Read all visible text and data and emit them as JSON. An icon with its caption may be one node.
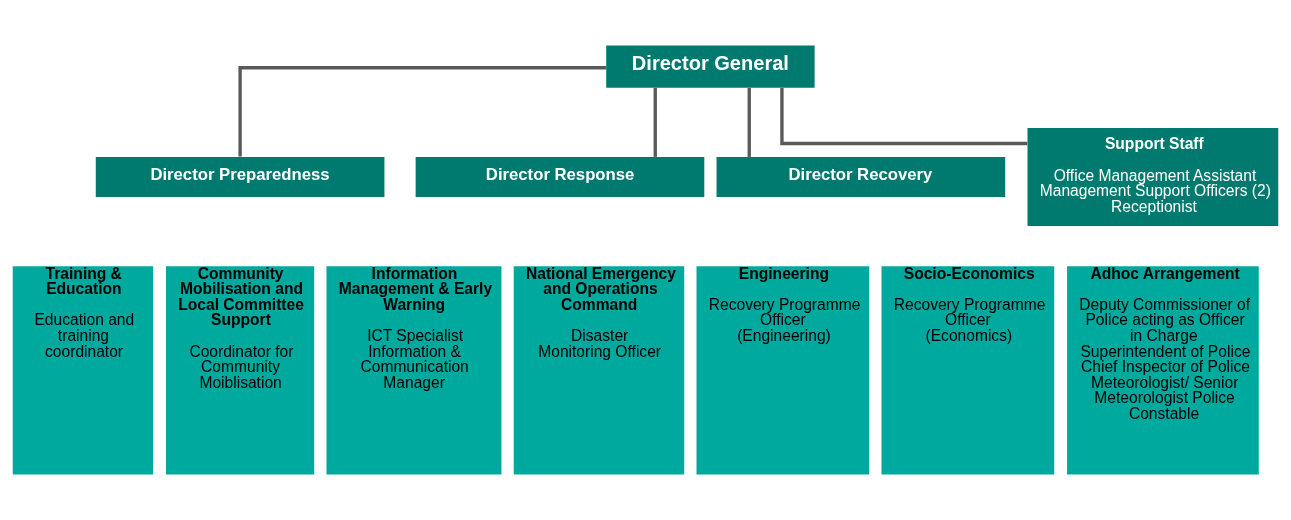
{
  "diagram": {
    "nodes": [
      {
        "text": [
          "Director General"
        ]
      },
      {
        "text": [
          "Support Staff",
          "Office Management Assistant",
          "Management Support Officers (2)",
          "Receptionist"
        ]
      },
      {
        "text": [
          "Director Preparedness"
        ]
      },
      {
        "text": [
          "Training & Education",
          "Education and training coordinator"
        ]
      },
      {
        "text": [
          "Community Mobilisation and Local Committee Support",
          "Coordinator for Community Moiblisation"
        ]
      },
      {
        "text": [
          "Director Response"
        ]
      },
      {
        "text": [
          "Information Management & Early Warning",
          "ICT Specialist Information & Communication Manager"
        ]
      },
      {
        "text": [
          "National Emergency and Operations Command",
          "Disaster Monitoring Officer"
        ]
      },
      {
        "text": [
          "Director Recovery"
        ]
      },
      {
        "text": [
          "Engineering",
          "Recovery Programme Officer (Engineering)"
        ]
      },
      {
        "text": [
          "Socio-Economics",
          "Recovery Programme Officer (Economics)"
        ]
      },
      {
        "text": [
          "Adhoc Arrangement",
          "Deputy Commissioner of Police acting as Officer in Charge",
          "Superintendent of Police Chief Inspector of Police Meteorologist/ Senior Meteorologist Police Constable"
        ]
      }
    ],
    "edges": [
      {
        "from": 0,
        "to": 1,
        "arrow": "none"
      },
      {
        "from": 0,
        "to": 2,
        "arrow": "none"
      },
      {
        "from": 0,
        "to": 5,
        "arrow": "none"
      },
      {
        "from": 0,
        "to": 8,
        "arrow": "none"
      }
    ]
  }
}
